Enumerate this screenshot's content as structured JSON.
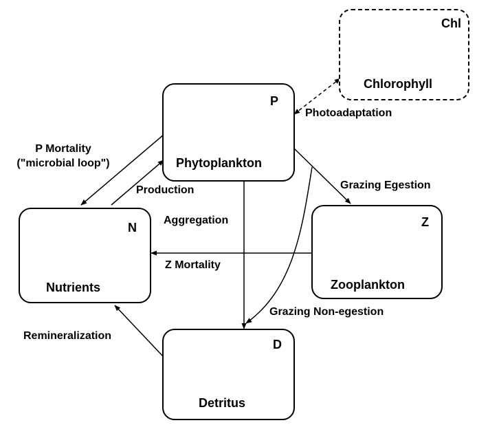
{
  "boxes": {
    "chlorophyll": {
      "abbr": "Chl",
      "name": "Chlorophyll"
    },
    "phytoplankton": {
      "abbr": "P",
      "name": "Phytoplankton"
    },
    "nutrients": {
      "abbr": "N",
      "name": "Nutrients"
    },
    "zooplankton": {
      "abbr": "Z",
      "name": "Zooplankton"
    },
    "detritus": {
      "abbr": "D",
      "name": "Detritus"
    }
  },
  "flows": {
    "photoadaptation": "Photoadaptation",
    "p_mortality_line1": "P Mortality",
    "p_mortality_line2": "(\"microbial loop\")",
    "production": "Production",
    "aggregation": "Aggregation",
    "grazing_egestion": "Grazing Egestion",
    "z_mortality": "Z Mortality",
    "grazing_non_egestion": "Grazing Non-egestion",
    "remineralization": "Remineralization"
  }
}
